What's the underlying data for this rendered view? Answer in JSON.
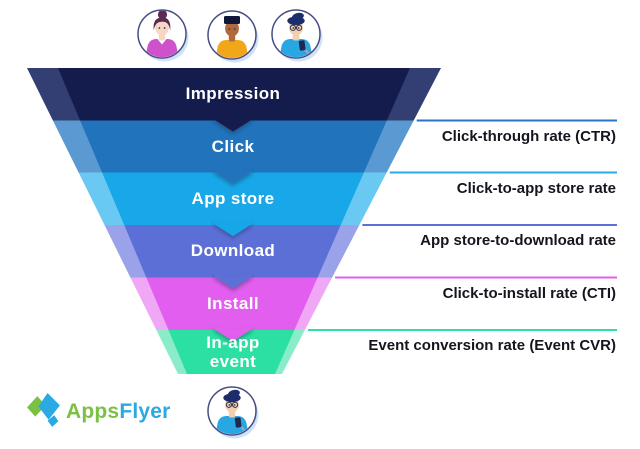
{
  "diagram": {
    "stages": [
      {
        "label": "Impression",
        "color": "#141b4d",
        "light_color": "#333e72"
      },
      {
        "label": "Click",
        "color": "#2173bc",
        "light_color": "#5a99d2"
      },
      {
        "label": "App store",
        "color": "#18a7e8",
        "light_color": "#6ac9f2"
      },
      {
        "label": "Download",
        "color": "#5b6fd6",
        "light_color": "#9aa3e9"
      },
      {
        "label": "Install",
        "color": "#e25eee",
        "light_color": "#f0a8f6"
      },
      {
        "label": "In-app event",
        "color": "#2cdfa2",
        "light_color": "#8aecc9"
      }
    ],
    "rates": [
      {
        "label": "Click-through rate (CTR)",
        "line_color": "#2776c4"
      },
      {
        "label": "Click-to-app store rate",
        "line_color": "#2aabe8"
      },
      {
        "label": "App store-to-download rate",
        "line_color": "#5b6fd6"
      },
      {
        "label": "Click-to-install rate (CTI)",
        "line_color": "#e25eee"
      },
      {
        "label": "Event conversion rate (Event CVR)",
        "line_color": "#2cdfa2"
      }
    ]
  },
  "logo": {
    "apps": "Apps",
    "flyer": "Flyer",
    "green": "#7ac143",
    "blue": "#2aa9e2"
  },
  "avatars": {
    "top": [
      {
        "name": "woman-pink-shirt",
        "type": "woman",
        "skin": "#f6d7c4",
        "hair": "#5c2a55",
        "shirt": "#cf52cc"
      },
      {
        "name": "man-yellow-shirt",
        "type": "flattop",
        "skin": "#b06a3b",
        "hair": "#10173a",
        "shirt": "#f2a71b"
      },
      {
        "name": "man-with-phone",
        "type": "phone",
        "skin": "#f3cfad",
        "hair": "#1c2d6b",
        "shirt": "#28a7e2"
      }
    ],
    "bottom": [
      {
        "name": "man-with-phone",
        "type": "phone",
        "skin": "#f3cfad",
        "hair": "#1c2d6b",
        "shirt": "#28a7e2"
      }
    ]
  }
}
